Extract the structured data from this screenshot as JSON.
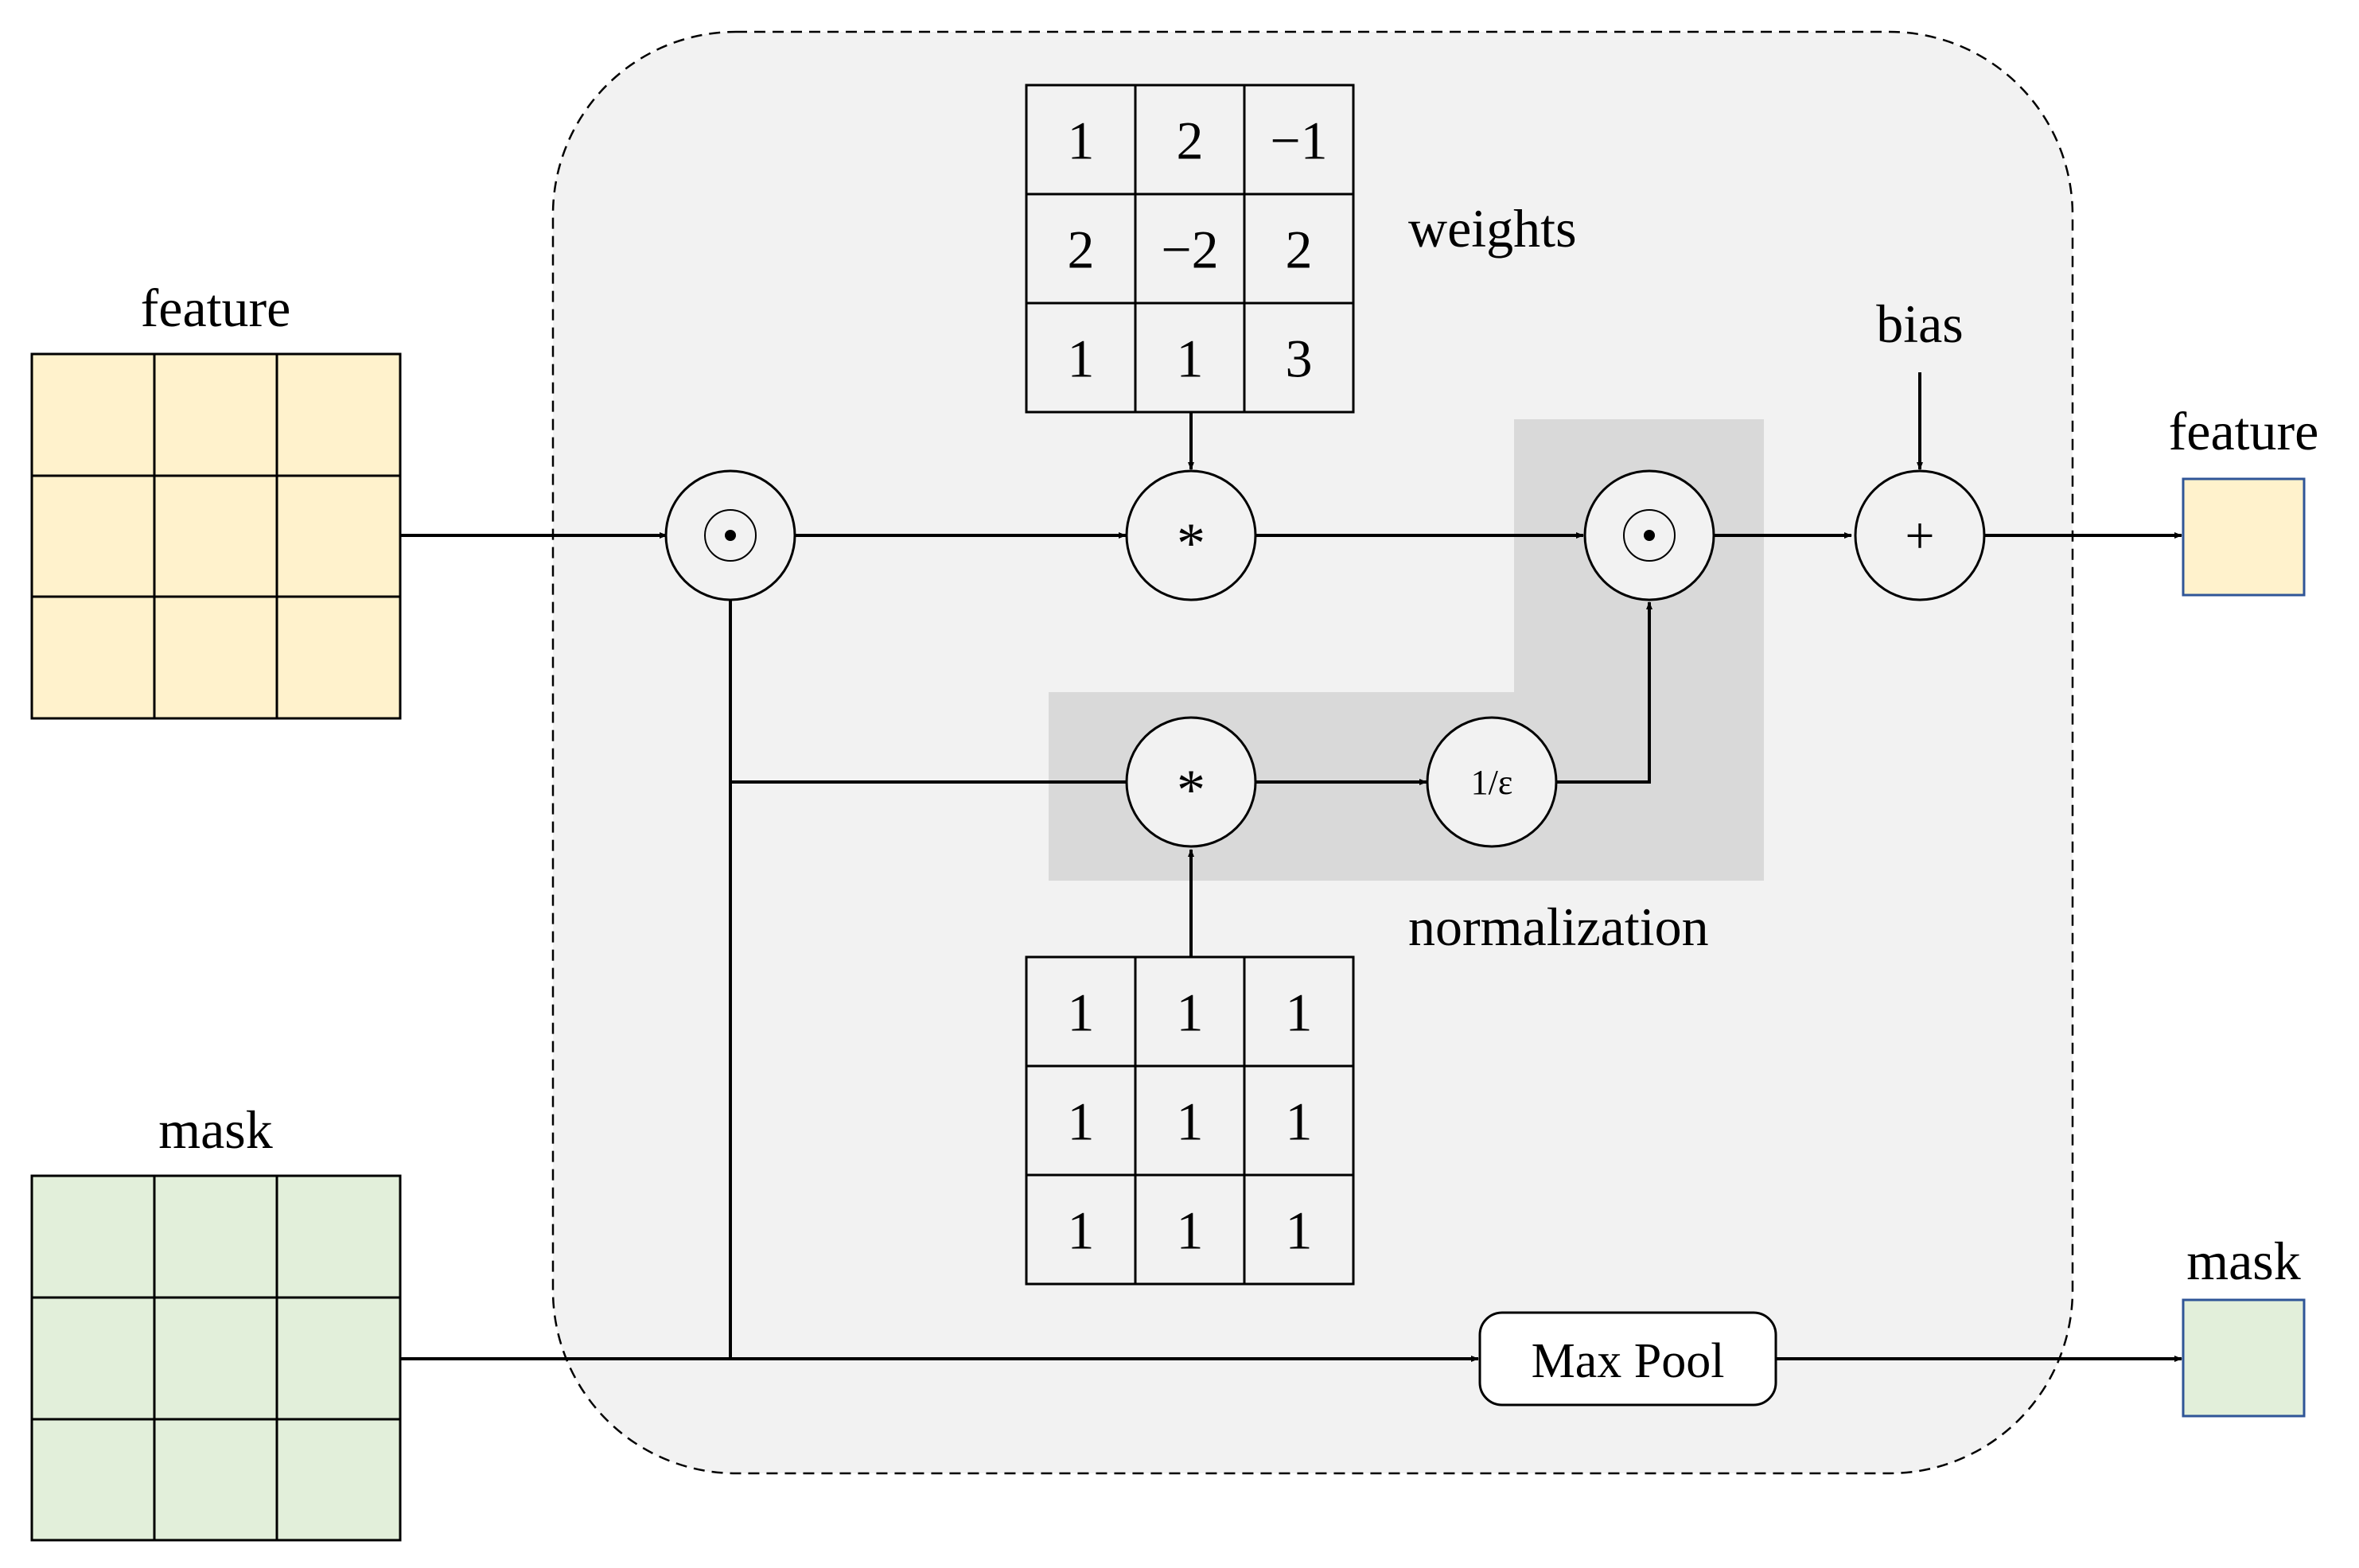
{
  "labels": {
    "feature_in": "feature",
    "mask_in": "mask",
    "feature_out": "feature",
    "mask_out": "mask",
    "weights": "weights",
    "bias": "bias",
    "normalization": "normalization",
    "max_pool": "Max Pool"
  },
  "operators": {
    "elementwise_product": "⊙",
    "convolution": "*",
    "addition": "+",
    "reciprocal": "1/ε"
  },
  "weights_matrix": [
    [
      "1",
      "2",
      "−1"
    ],
    [
      "2",
      "−2",
      "2"
    ],
    [
      "1",
      "1",
      "3"
    ]
  ],
  "ones_matrix": [
    [
      "1",
      "1",
      "1"
    ],
    [
      "1",
      "1",
      "1"
    ],
    [
      "1",
      "1",
      "1"
    ]
  ],
  "colors": {
    "feature_fill": "#FFF2CC",
    "mask_fill": "#E2EFDA",
    "output_border": "#2F5597",
    "panel_fill": "#F2F2F2",
    "normalization_fill": "#D9D9D9"
  }
}
